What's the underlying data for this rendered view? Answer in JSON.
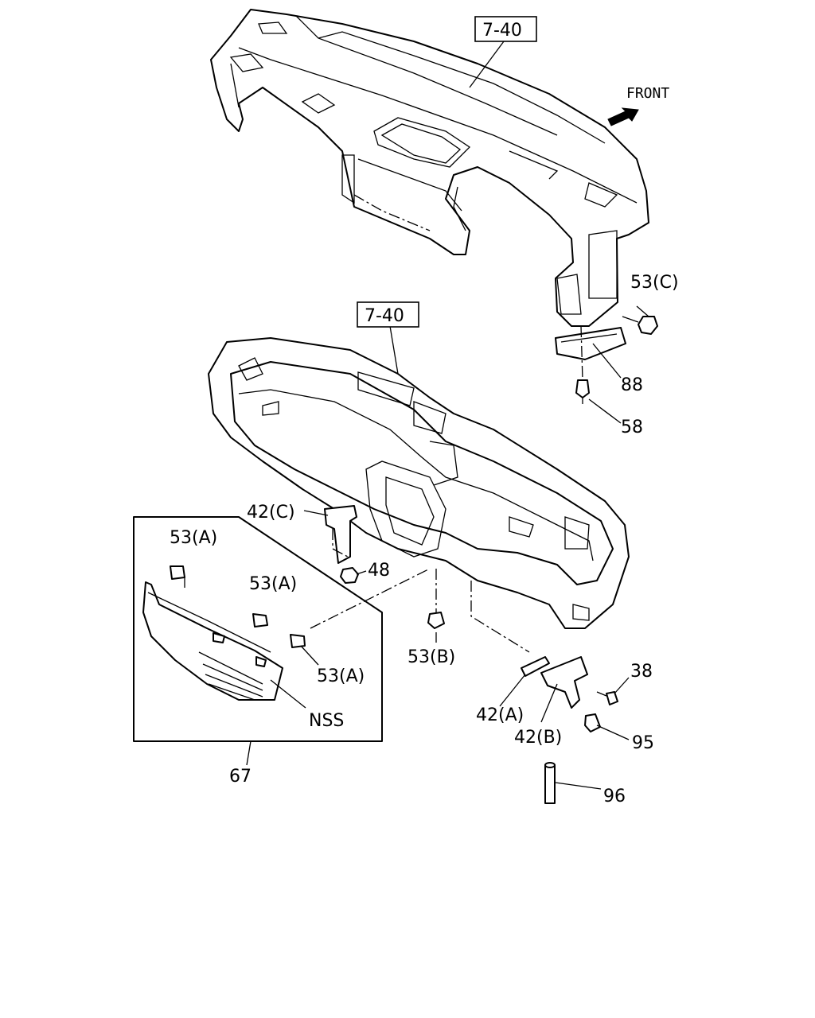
{
  "labels": {
    "ref_upper": "7-40",
    "ref_lower": "7-40",
    "front": "FRONT",
    "p53c": "53(C)",
    "p88": "88",
    "p58": "58",
    "p42c": "42(C)",
    "p48": "48",
    "p53a_1": "53(A)",
    "p53a_2": "53(A)",
    "p53a_3": "53(A)",
    "p53b": "53(B)",
    "nss": "NSS",
    "p67": "67",
    "p42a": "42(A)",
    "p42b": "42(B)",
    "p38": "38",
    "p95": "95",
    "p96": "96"
  }
}
